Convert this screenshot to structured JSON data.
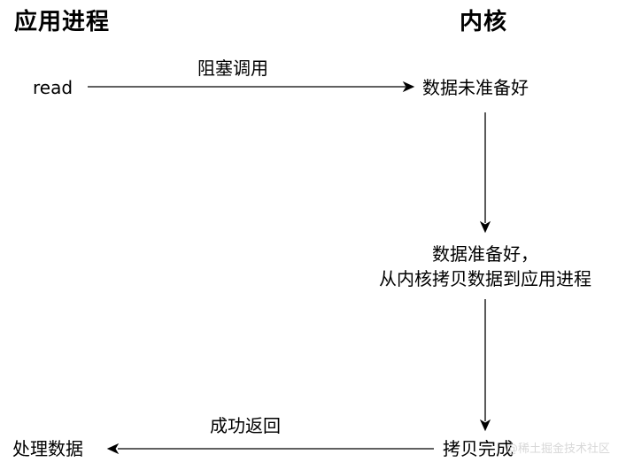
{
  "columns": {
    "left_title": "应用进程",
    "right_title": "内核"
  },
  "nodes": {
    "read": "read",
    "data_not_ready": "数据未准备好",
    "data_ready_line1": "数据准备好，",
    "data_ready_line2": "从内核拷贝数据到应用进程",
    "copy_complete": "拷贝完成",
    "process_data": "处理数据"
  },
  "edges": {
    "blocking_call": "阻塞调用",
    "success_return": "成功返回"
  },
  "watermark": "@稀土掘金技术社区",
  "colors": {
    "line": "#000000",
    "text": "#000000",
    "watermark": "#d8d8d8"
  }
}
